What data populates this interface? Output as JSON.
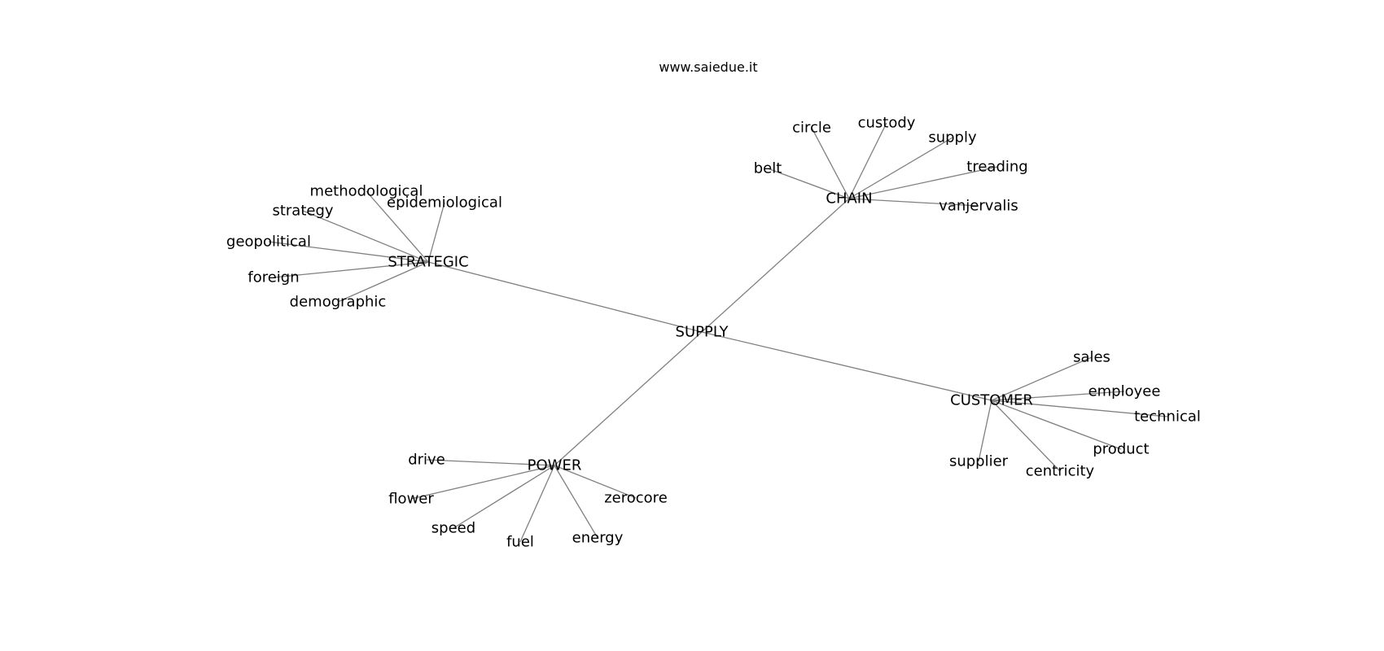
{
  "diagram": {
    "title": "www.saiedue.it",
    "root": "SUPPLY",
    "clusters": [
      {
        "name": "CHAIN",
        "children": [
          "circle",
          "custody",
          "supply",
          "treading",
          "vanjervalis",
          "belt"
        ]
      },
      {
        "name": "STRATEGIC",
        "children": [
          "methodological",
          "epidemiological",
          "strategy",
          "geopolitical",
          "foreign",
          "demographic"
        ]
      },
      {
        "name": "CUSTOMER",
        "children": [
          "sales",
          "employee",
          "technical",
          "product",
          "centricity",
          "supplier"
        ]
      },
      {
        "name": "POWER",
        "children": [
          "drive",
          "flower",
          "speed",
          "fuel",
          "energy",
          "zerocore"
        ]
      }
    ]
  }
}
